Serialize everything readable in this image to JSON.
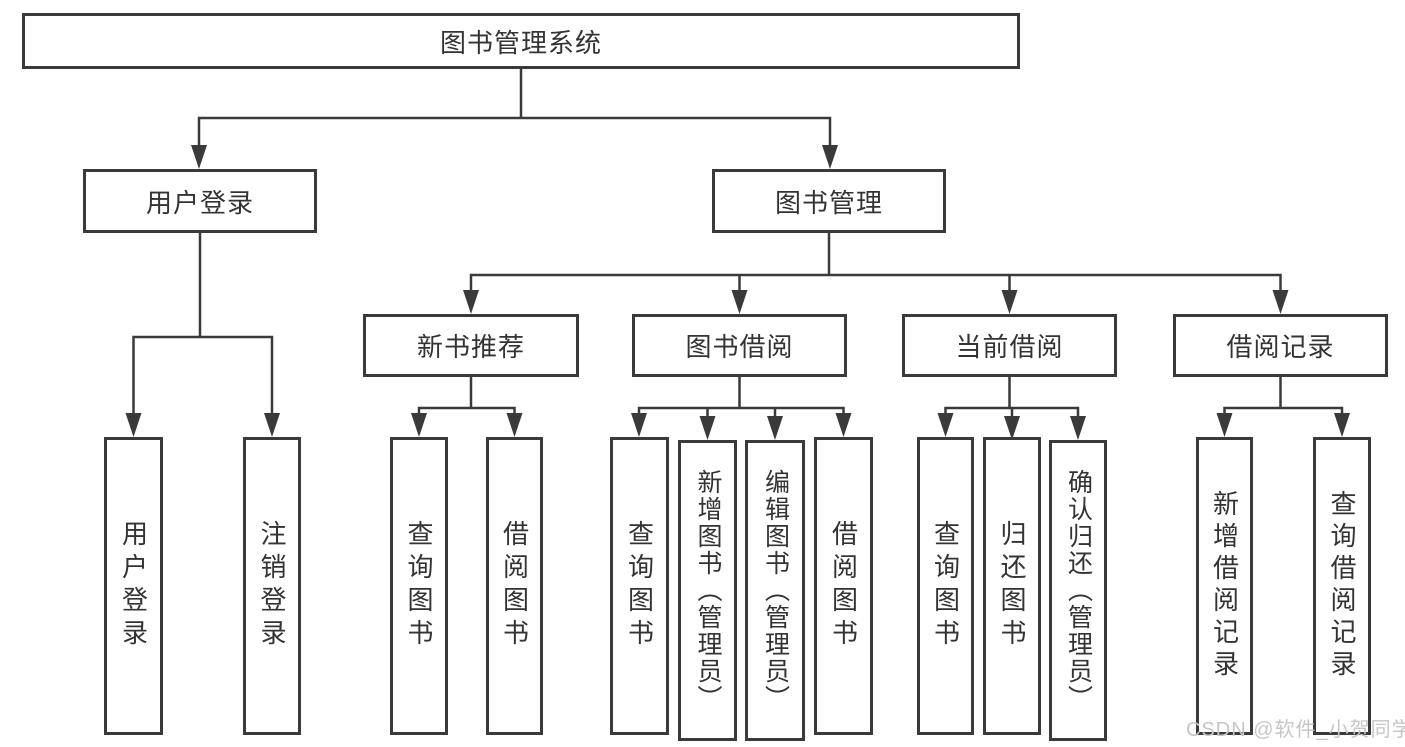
{
  "diagram": {
    "root": {
      "label": "图书管理系统",
      "children": [
        {
          "label": "用户登录",
          "children": [
            {
              "label": "用户登录"
            },
            {
              "label": "注销登录"
            }
          ]
        },
        {
          "label": "图书管理",
          "children": [
            {
              "label": "新书推荐",
              "children": [
                {
                  "label": "查询图书"
                },
                {
                  "label": "借阅图书"
                }
              ]
            },
            {
              "label": "图书借阅",
              "children": [
                {
                  "label": "查询图书"
                },
                {
                  "label": "新增图书（管理员）"
                },
                {
                  "label": "编辑图书（管理员）"
                },
                {
                  "label": "借阅图书"
                }
              ]
            },
            {
              "label": "当前借阅",
              "children": [
                {
                  "label": "查询图书"
                },
                {
                  "label": "归还图书"
                },
                {
                  "label": "确认归还（管理员）"
                }
              ]
            },
            {
              "label": "借阅记录",
              "children": [
                {
                  "label": "新增借阅记录"
                },
                {
                  "label": "查询借阅记录"
                }
              ]
            }
          ]
        }
      ]
    }
  },
  "watermark": {
    "text": "CSDN @软件_小贺同学"
  },
  "colors": {
    "line": "#3a3a3a",
    "text": "#333333",
    "background": "#ffffff",
    "watermark": "#c6c6c6"
  }
}
